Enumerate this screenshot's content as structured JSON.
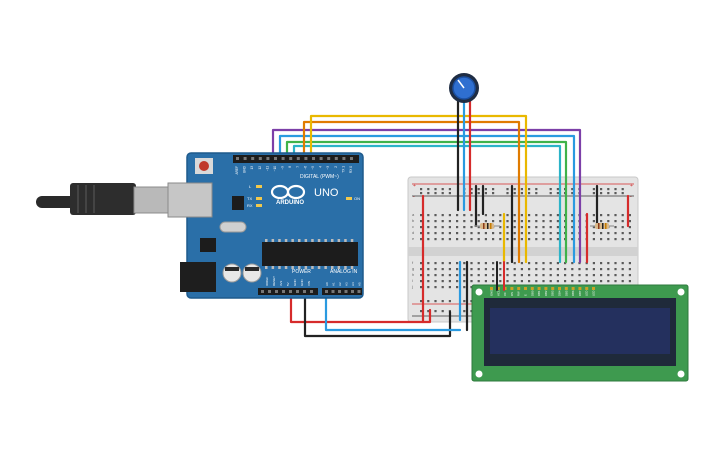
{
  "arduino": {
    "brand": "ARDUINO",
    "model": "UNO",
    "header_digital": "DIGITAL (PWM~)",
    "header_power": "POWER",
    "header_analog": "ANALOG IN",
    "led_labels": [
      "L",
      "TX",
      "RX",
      "ON"
    ],
    "digital_pins": [
      "AREF",
      "GND",
      "13",
      "12",
      "~11",
      "~10",
      "~9",
      "8",
      "7",
      "~6",
      "~5",
      "4",
      "~3",
      "2",
      "TX 1",
      "RX 0"
    ],
    "power_pins": [
      "IOREF",
      "RESET",
      "3V3",
      "5V",
      "GND",
      "GND",
      "VIN"
    ],
    "analog_pins": [
      "A0",
      "A1",
      "A2",
      "A3",
      "A4",
      "A5"
    ],
    "colors": {
      "board": "#2a6fa8",
      "board_dark": "#1e5a8c"
    }
  },
  "breadboard": {
    "row_labels_top": [
      "a",
      "b",
      "c",
      "d",
      "e"
    ],
    "row_labels_bottom": [
      "f",
      "g",
      "h",
      "i",
      "j"
    ],
    "rail_marks": [
      "+",
      "-"
    ]
  },
  "lcd": {
    "pins": [
      "GND",
      "VCC",
      "V0",
      "RS",
      "RW",
      "E",
      "DB0",
      "DB1",
      "DB2",
      "DB3",
      "DB4",
      "DB5",
      "DB6",
      "DB7",
      "LED",
      "LED"
    ],
    "colors": {
      "pcb": "#3e9a4f",
      "screen": "#24305e"
    }
  },
  "potentiometer": {
    "color": "#2f6fd0"
  },
  "wire_colors": {
    "red": "#d62b2b",
    "black": "#222222",
    "blue": "#2a9ae0",
    "yellow": "#e9b800",
    "orange": "#e07b00",
    "green": "#3fb24a",
    "purple": "#7c3fa8",
    "cyan": "#2bb3c8"
  }
}
